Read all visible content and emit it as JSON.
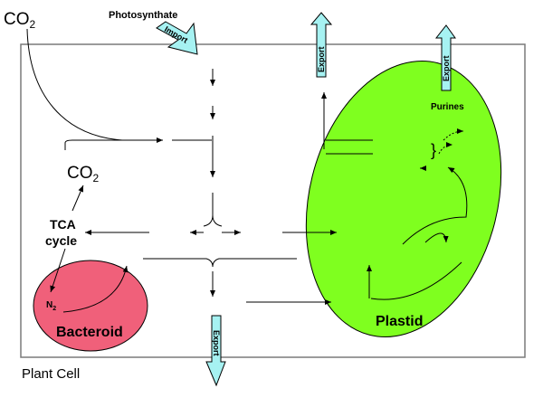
{
  "diagram": {
    "co2_top": "CO",
    "co2_top_sub": "2",
    "co2_inner": "CO",
    "co2_inner_sub": "2",
    "photosynthate": "Photosynthate",
    "import_label": "Import",
    "export_top": "Export",
    "export_plastid": "Export",
    "export_bottom": "Export",
    "tca_line1": "TCA",
    "tca_line2": "cycle",
    "n2": "N",
    "n2_sub": "2",
    "bacteroid": "Bacteroid",
    "plastid": "Plastid",
    "purines": "Purines",
    "plant_cell": "Plant Cell"
  },
  "colors": {
    "plastid_fill": "#7fff1f",
    "bacteroid_fill": "#f0607a",
    "arrow_fill": "#a6f2f2",
    "cell_border": "#7a7a7a"
  }
}
